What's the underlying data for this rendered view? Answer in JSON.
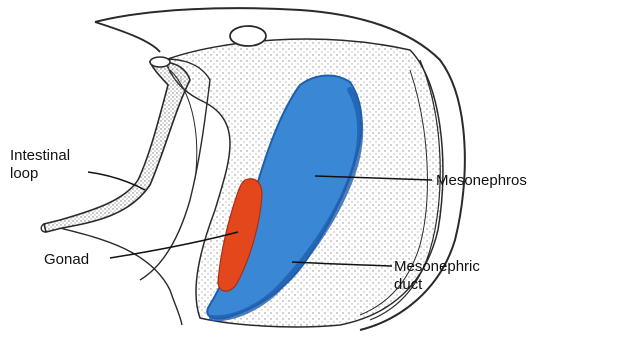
{
  "labels": {
    "intestinal_loop_line1": "Intestinal",
    "intestinal_loop_line2": "loop",
    "mesonephros": "Mesonephros",
    "gonad": "Gonad",
    "mesonephric_duct_line1": "Mesonephric",
    "mesonephric_duct_line2": "duct"
  },
  "colors": {
    "mesonephros": "#3a87d6",
    "mesonephros_shade": "#1f5fae",
    "gonad": "#e5471d",
    "stipple": "#8a8a8a",
    "outline": "#2a2a2a"
  }
}
